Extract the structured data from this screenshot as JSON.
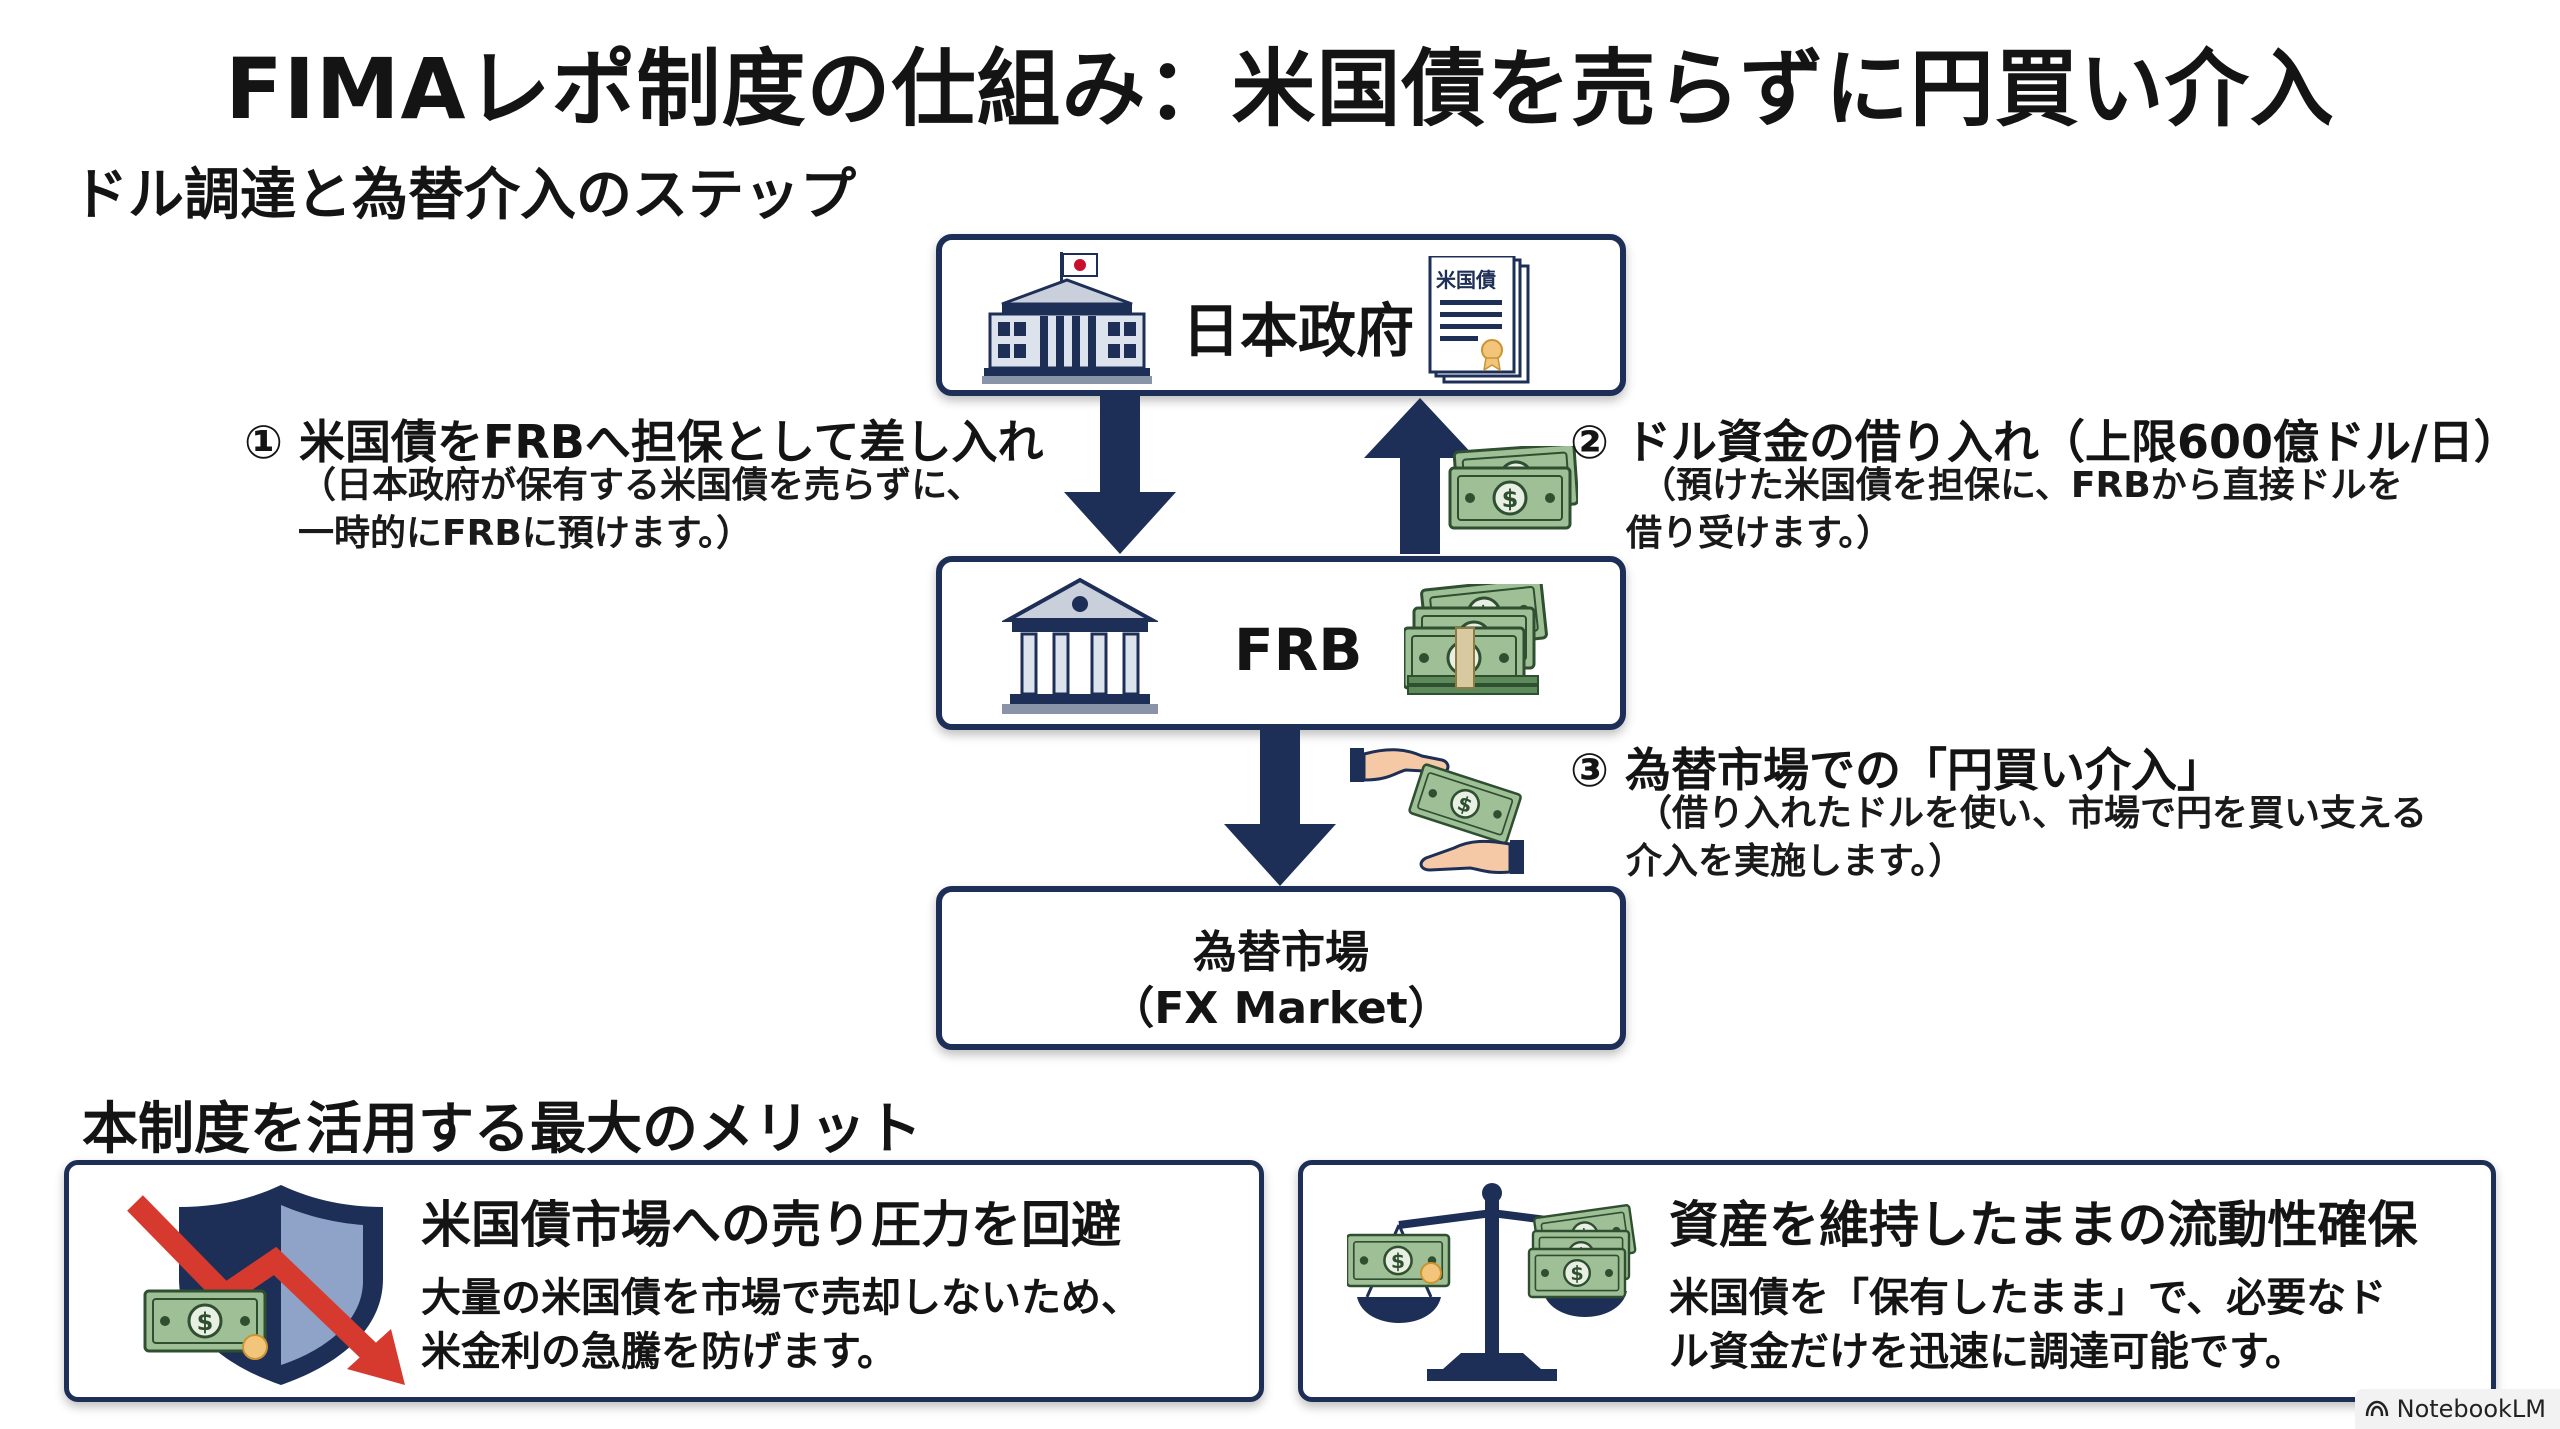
{
  "title": "FIMAレポ制度の仕組み：米国債を売らずに円買い介入",
  "steps_heading": "ドル調達と為替介入のステップ",
  "nodes": {
    "government": "日本政府",
    "government_doc_label": "米国債",
    "frb": "FRB",
    "market_line1": "為替市場",
    "market_line2": "（FX Market）"
  },
  "steps": [
    {
      "title": "① 米国債をFRBへ担保として差し入れ",
      "desc_line1": "（日本政府が保有する米国債を売らずに、",
      "desc_line2": "一時的にFRBに預けます。）"
    },
    {
      "title": "② ドル資金の借り入れ（上限600億ドル/日）",
      "desc_line1": "（預けた米国債を担保に、FRBから直接ドルを",
      "desc_line2": "借り受けます。）"
    },
    {
      "title": "③ 為替市場での「円買い介入」",
      "desc_line1": "（借り入れたドルを使い、市場で円を買い支える",
      "desc_line2": "介入を実施します。）"
    }
  ],
  "merits_heading": "本制度を活用する最大のメリット",
  "merits": [
    {
      "title": "米国債市場への売り圧力を回避",
      "desc_line1": "大量の米国債を市場で売却しないため、",
      "desc_line2": "米金利の急騰を防げます。",
      "icon": "shield-down-arrow-icon"
    },
    {
      "title": "資産を維持したままの流動性確保",
      "desc_line1": "米国債を「保有したまま」で、必要なド",
      "desc_line2": "ル資金だけを迅速に調達可能です。",
      "icon": "balance-scale-icon"
    }
  ],
  "watermark": "NotebookLM",
  "colors": {
    "navy": "#1e2f57",
    "money_green": "#5d8a5b",
    "arrow_red": "#d63a2f"
  }
}
